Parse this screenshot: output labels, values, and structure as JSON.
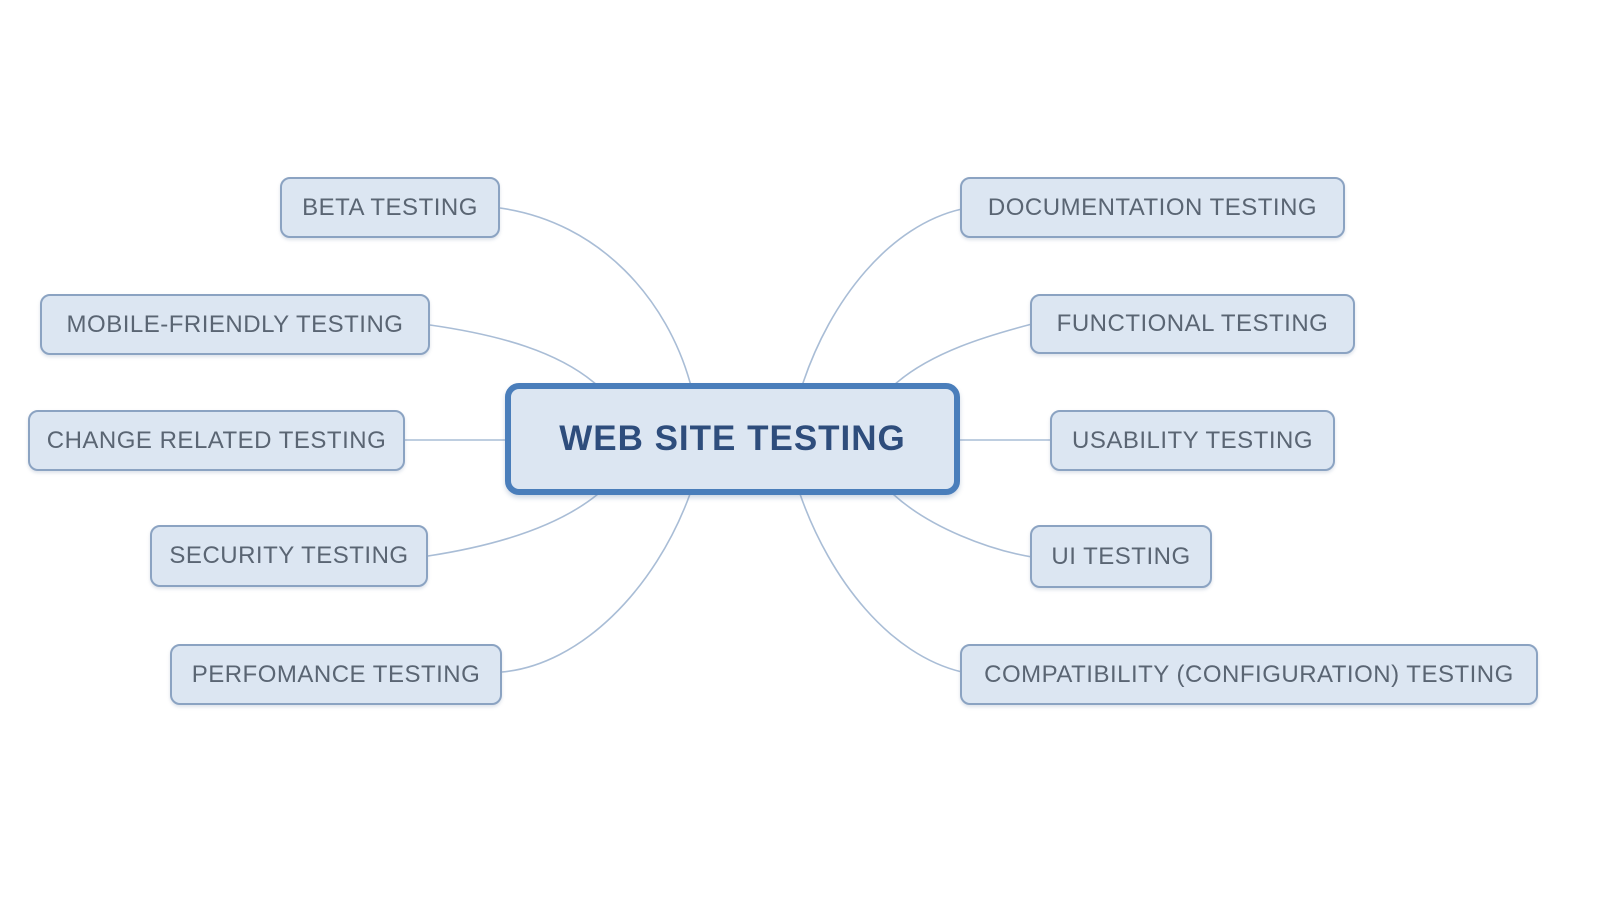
{
  "mindmap": {
    "root": {
      "label": "WEB SITE TESTING"
    },
    "left_branches": [
      {
        "label": "BETA TESTING"
      },
      {
        "label": "MOBILE-FRIENDLY TESTING"
      },
      {
        "label": "CHANGE RELATED TESTING"
      },
      {
        "label": "SECURITY TESTING"
      },
      {
        "label": "PERFOMANCE TESTING"
      }
    ],
    "right_branches": [
      {
        "label": "DOCUMENTATION TESTING"
      },
      {
        "label": "FUNCTIONAL TESTING"
      },
      {
        "label": "USABILITY TESTING"
      },
      {
        "label": "UI TESTING"
      },
      {
        "label": "COMPATIBILITY (CONFIGURATION) TESTING"
      }
    ],
    "colors": {
      "node_fill": "#dce6f2",
      "node_border": "#8ba3c2",
      "root_border": "#4a7ebb",
      "root_text": "#2e4d7c",
      "node_text": "#5a6573",
      "connector": "#a9bdd6"
    }
  }
}
